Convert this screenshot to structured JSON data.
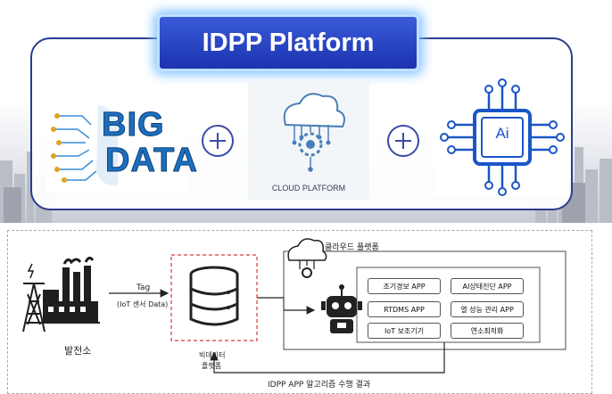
{
  "header": {
    "title": "IDPP Platform"
  },
  "platform_tiles": {
    "big_data": {
      "line1": "BIG",
      "line2": "DATA",
      "icon": "circuit-brain-icon"
    },
    "cloud": {
      "label": "CLOUD PLATFORM",
      "icon": "cloud-gear-icon"
    },
    "ai": {
      "label": "Ai",
      "icon": "ai-chip-icon"
    },
    "connector_icon": "plus-icon"
  },
  "flow_diagram": {
    "power_plant": {
      "label": "발전소",
      "icon": "power-plant-icon"
    },
    "tag_arrow": {
      "label": "Tag",
      "sub_label": "(IoT 센서 Data)"
    },
    "big_data_platform": {
      "label_line1": "빅데이터",
      "label_line2": "플랫폼",
      "icon": "database-icon"
    },
    "cloud_platform": {
      "label": "클라우드 플랫폼",
      "icon": "cloud-gear-icon"
    },
    "robot_icon": "robot-icon",
    "apps": [
      {
        "label": "조기경보 APP"
      },
      {
        "label": "AI상태진단 APP"
      },
      {
        "label": "RTDMS APP"
      },
      {
        "label": "열 성능 관리 APP"
      },
      {
        "label": "IoT 보조기기"
      },
      {
        "label": "연소최적화"
      }
    ],
    "result_arrow": {
      "label": "IDPP APP 알고리즘 수행 결과"
    }
  }
}
